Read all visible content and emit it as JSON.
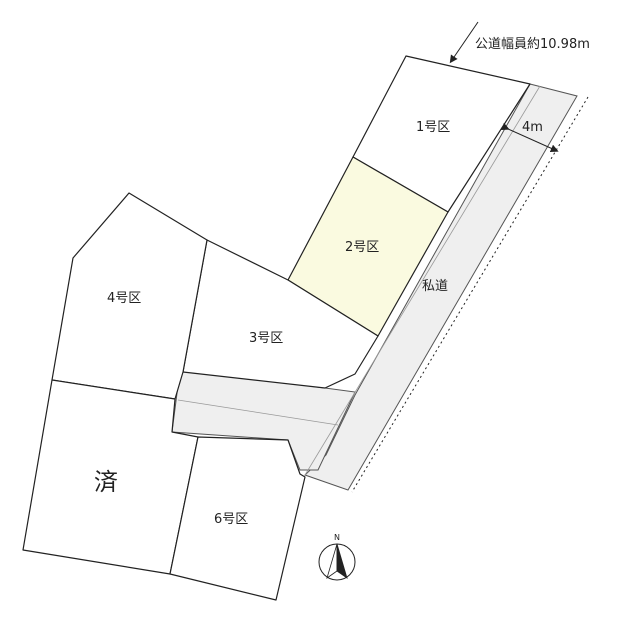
{
  "map": {
    "public_road_label": "公道幅員約10.98m",
    "road_width_label": "4m",
    "private_road_label": "私道",
    "sold_label": "済",
    "north_label": "N",
    "lots": [
      {
        "id": "1",
        "label": "1号区",
        "highlighted": false
      },
      {
        "id": "2",
        "label": "2号区",
        "highlighted": true
      },
      {
        "id": "3",
        "label": "3号区",
        "highlighted": false
      },
      {
        "id": "4",
        "label": "4号区",
        "highlighted": false
      },
      {
        "id": "5",
        "label": "",
        "status": "済"
      },
      {
        "id": "6",
        "label": "6号区",
        "highlighted": false
      }
    ],
    "colors": {
      "highlight": "#fafae0",
      "road": "#efefef",
      "line": "#222222"
    }
  }
}
